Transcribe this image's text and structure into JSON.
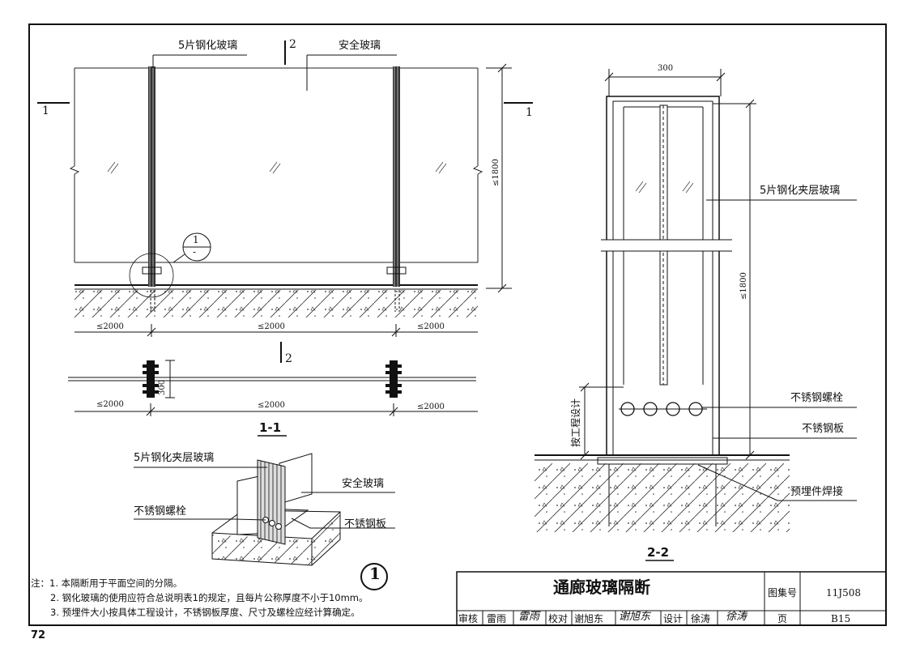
{
  "labels": {
    "top_glass_5": "5片钢化玻璃",
    "top_safety": "安全玻璃",
    "sec_mark_2": "2",
    "sec_mark_1": "1",
    "detail_1_top": "1",
    "detail_1_bottom": "-",
    "dim_left": "≤2000",
    "dim_mid": "≤2000",
    "dim_right": "≤2000",
    "dim_height_left": "≤1800",
    "plan_dim_300": "300",
    "plan_dim_left": "≤2000",
    "plan_dim_mid": "≤2000",
    "plan_dim_right": "≤2000",
    "section_11": "1-1",
    "iso_glass_5": "5片钢化夹层玻璃",
    "iso_safety": "安全玻璃",
    "iso_bolt": "不锈钢螺栓",
    "iso_plate": "不锈钢板",
    "detail_circle": "1",
    "s2_width": "300",
    "s2_glass": "5片钢化夹层玻璃",
    "s2_height": "≤1800",
    "s2_by_design": "按工程设计",
    "s2_bolt": "不锈钢螺栓",
    "s2_plate": "不锈钢板",
    "s2_embed": "预埋件焊接",
    "section_22": "2-2"
  },
  "notes": [
    "注：1. 本隔断用于平面空间的分隔。",
    "2. 钢化玻璃的使用应符合总说明表1的规定，且每片公称厚度不小于10mm。",
    "3. 预埋件大小按具体工程设计，不锈钢板厚度、尺寸及螺栓应经计算确定。"
  ],
  "title_block": {
    "title": "通廊玻璃隔断",
    "atlas_label": "图集号",
    "atlas_no": "11J508",
    "page_label": "页",
    "page_no": "B15",
    "review_label": "审核",
    "review_name": "雷雨",
    "review_sig": "雷雨",
    "check_label": "校对",
    "check_name": "谢旭东",
    "check_sig": "谢旭东",
    "design_label": "设计",
    "design_name": "徐涛",
    "design_sig": "徐涛"
  },
  "page_number": "72"
}
